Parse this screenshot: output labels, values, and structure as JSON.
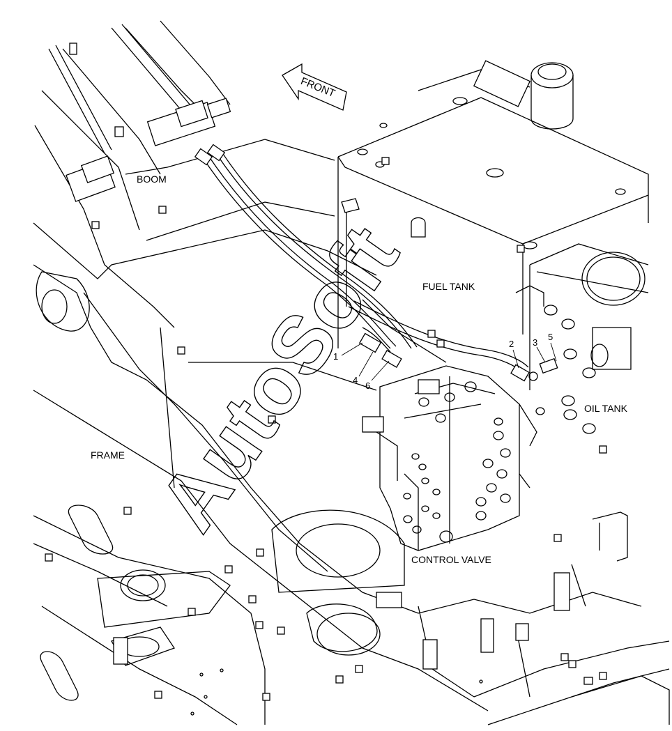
{
  "labels": {
    "boom": "BOOM",
    "fuel_tank": "FUEL TANK",
    "oil_tank": "OIL TANK",
    "frame": "FRAME",
    "control_valve": "CONTROL VALVE",
    "front": "FRONT"
  },
  "callouts": [
    "1",
    "2",
    "3",
    "4",
    "5",
    "6"
  ],
  "watermark": "AutoSoft",
  "icons": {
    "front_arrow": "arrow-front-icon"
  }
}
